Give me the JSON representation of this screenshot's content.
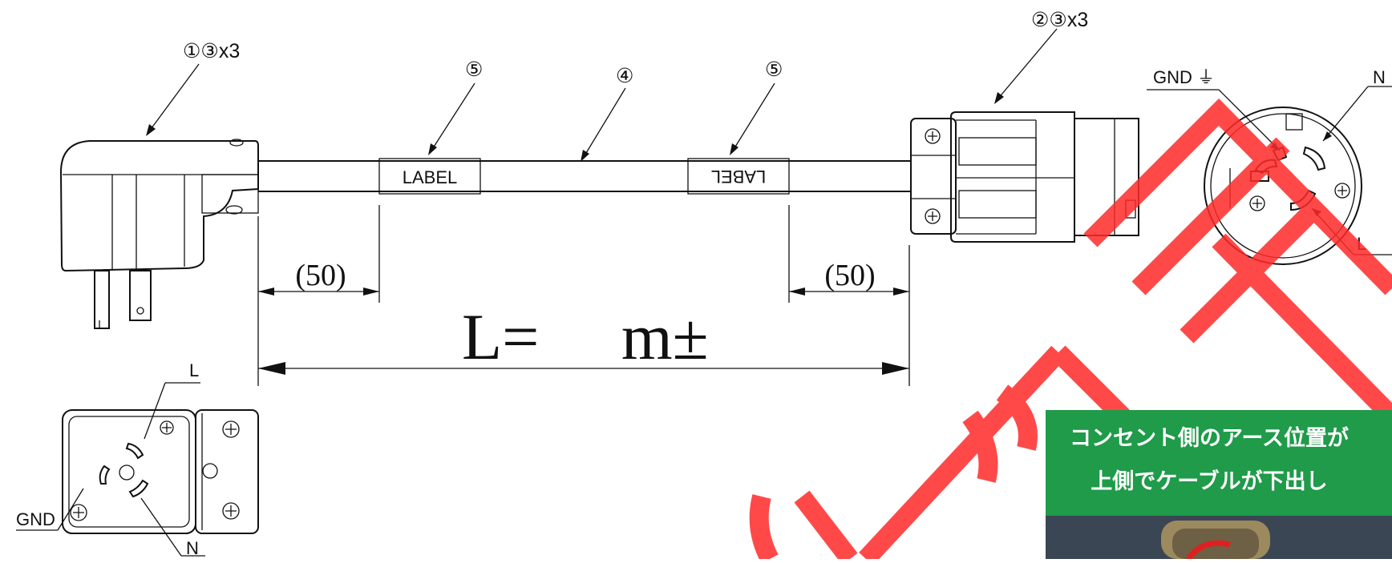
{
  "callouts": {
    "left_plug": "①③x3",
    "right_connector": "②③x3",
    "label_left": "⑤",
    "cable": "④",
    "label_right": "⑤"
  },
  "cable_labels": {
    "left": "LABEL",
    "right": "LABEL"
  },
  "dimensions": {
    "left_offset": "(50)",
    "right_offset": "(50)",
    "length": "L=　 m±"
  },
  "pin_labels": {
    "face_gnd": "GND ⏚",
    "face_n": "N",
    "face_l": "L",
    "plug_l": "L",
    "plug_gnd": "GND",
    "plug_n": "N"
  },
  "photo_inset": {
    "line1": "コンセント側のアース位置が",
    "line2": "上側でケーブルが下出し",
    "banner_color": "#1f9b4a"
  },
  "watermark": {
    "color": "#ff2a2a"
  }
}
